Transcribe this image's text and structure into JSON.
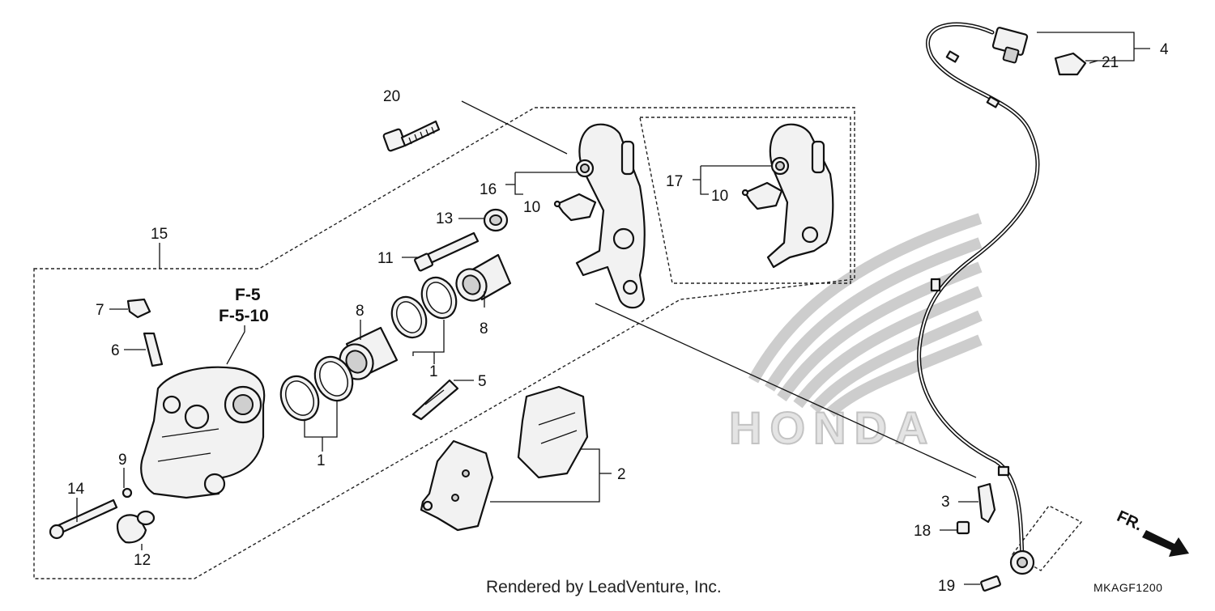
{
  "diagram": {
    "callouts": {
      "p1a": "1",
      "p1b": "1",
      "p2": "2",
      "p3": "3",
      "p4": "4",
      "p5": "5",
      "p6": "6",
      "p7": "7",
      "p8a": "8",
      "p8b": "8",
      "p9": "9",
      "p10a": "10",
      "p10b": "10",
      "p11": "11",
      "p12": "12",
      "p13": "13",
      "p14": "14",
      "p15": "15",
      "p16": "16",
      "p17": "17",
      "p18": "18",
      "p19": "19",
      "p20": "20",
      "p21": "21"
    },
    "refs": {
      "ref1": "F-5",
      "ref2": "F-5-10"
    },
    "watermark": "HONDA",
    "credit": "Rendered by LeadVenture, Inc.",
    "direction_label": "FR.",
    "diagram_code": "MKAGF1200"
  }
}
